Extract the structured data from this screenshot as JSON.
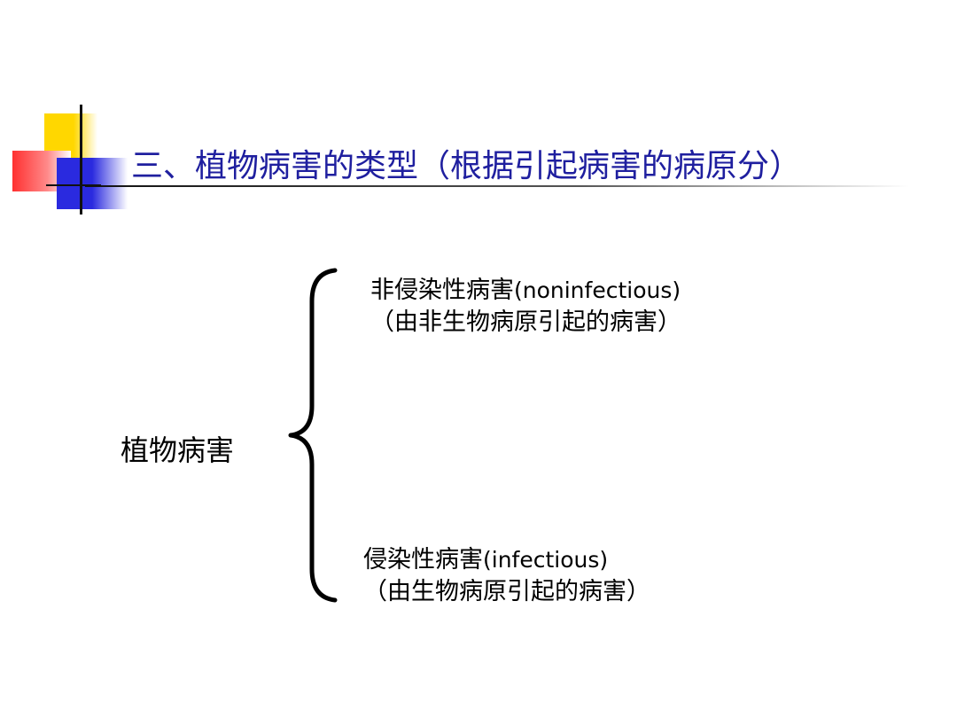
{
  "slide": {
    "title": "三、植物病害的类型（根据引起病害的病原分）",
    "root_label": "植物病害",
    "branches": [
      {
        "label_zh": "非侵染性病害",
        "label_en": "(noninfectious)",
        "note": "（由非生物病原引起的病害）"
      },
      {
        "label_zh": "侵染性病害",
        "label_en": "(infectious)",
        "note": "（由生物病原引起的病害）"
      }
    ]
  },
  "colors": {
    "title": "#1f1f9f",
    "accent_yellow": "#ffd700",
    "accent_red": "#ff3030",
    "accent_blue": "#2a2adf"
  }
}
